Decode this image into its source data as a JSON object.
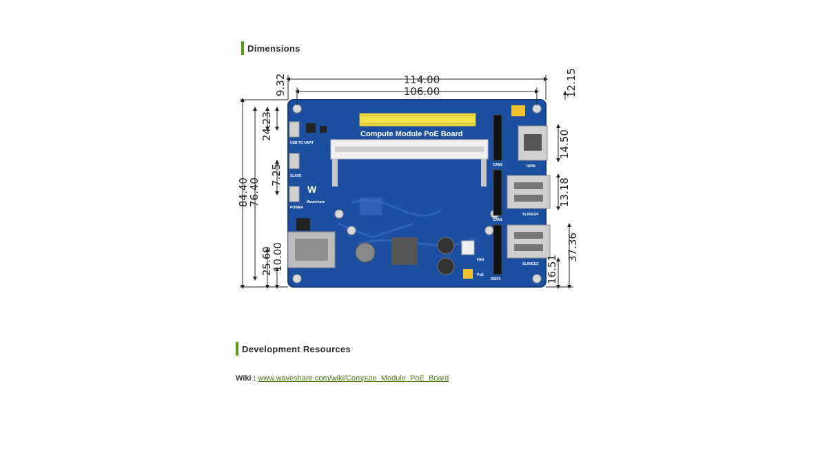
{
  "sections": {
    "dimensions_title": "Dimensions",
    "dev_title": "Development Resources"
  },
  "figure": {
    "board_title": "Compute Module PoE Board",
    "brand": "Waveshare",
    "dims": {
      "total_width": "114.00",
      "hole_width": "106.00",
      "top_offset_left": "9.32",
      "top_offset_right": "12.15",
      "usb_uart": "24.23",
      "slave": "7.25",
      "total_height": "84.40",
      "hole_height": "76.40",
      "rj45_a": "25.60",
      "rj45_b": "10.00",
      "hdmi": "14.50",
      "slave34": "13.18",
      "slave12": "37.36",
      "bottom_right": "16.51"
    },
    "labels": {
      "usb_uart": "USB TO UART",
      "slave": "SLAVE",
      "power": "POWER",
      "hdmi": "HDMI",
      "cam0": "CAM0",
      "cam1": "CAM1",
      "slave34": "SLAVE3/4",
      "slave12": "SLAVE1/2",
      "fan": "FAN",
      "poe": "PoE",
      "disp0": "DISP0"
    }
  },
  "wiki": {
    "label": "Wiki :",
    "link": "www.waveshare.com/wiki/Compute_Module_PoE_Board"
  }
}
